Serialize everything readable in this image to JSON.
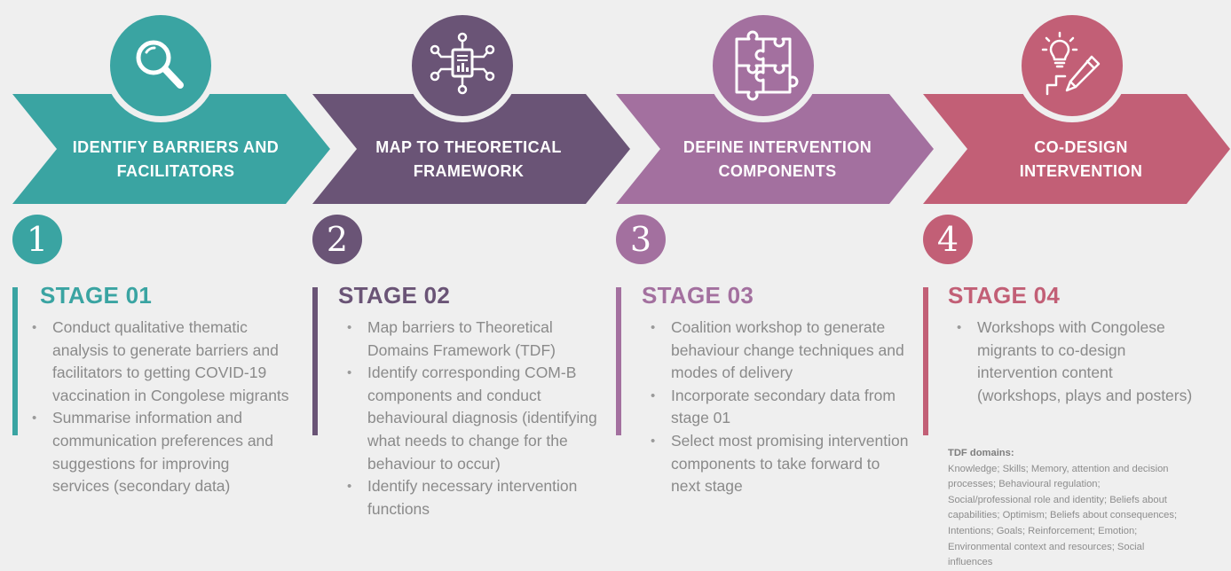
{
  "stages": [
    {
      "chevron_label": "IDENTIFY BARRIERS AND\nFACILITATORS",
      "icon": "magnifier-icon",
      "number": "1",
      "title": "STAGE 01",
      "color": "#3aa4a2",
      "bullets": [
        "Conduct qualitative thematic analysis to generate barriers and facilitators to getting COVID-19 vaccination in Congolese migrants",
        "Summarise information and communication preferences and suggestions for improving services (secondary data)"
      ]
    },
    {
      "chevron_label": "MAP TO THEORETICAL\nFRAMEWORK",
      "icon": "network-icon",
      "number": "2",
      "title": "STAGE 02",
      "color": "#6a5476",
      "bullets": [
        "Map barriers to Theoretical Domains Framework (TDF)",
        "Identify corresponding COM-B components and conduct behavioural diagnosis (identifying what needs to change for the behaviour to occur)",
        "Identify necessary intervention functions"
      ]
    },
    {
      "chevron_label": "DEFINE INTERVENTION\nCOMPONENTS",
      "icon": "puzzle-icon",
      "number": "3",
      "title": "STAGE 03",
      "color": "#a3709f",
      "bullets": [
        "Coalition workshop to generate behaviour change techniques and modes of delivery",
        "Incorporate secondary data from stage 01",
        "Select most promising intervention components to take forward to next stage"
      ]
    },
    {
      "chevron_label": "CO-DESIGN\nINTERVENTION",
      "icon": "lightbulb-pencil-icon",
      "number": "4",
      "title": "STAGE 04",
      "color": "#c25f76",
      "bullets": [
        "Workshops with Congolese migrants to co-design intervention content (workshops, plays and posters)"
      ]
    }
  ],
  "tdf": {
    "title": "TDF domains:",
    "lines": [
      "Knowledge; Skills; Memory, attention and decision",
      "processes; Behavioural regulation;",
      "Social/professional role and identity; Beliefs about",
      "capabilities; Optimism; Beliefs about consequences;",
      "Intentions; Goals; Reinforcement;  Emotion;",
      "Environmental context and resources; Social",
      "influences"
    ]
  }
}
